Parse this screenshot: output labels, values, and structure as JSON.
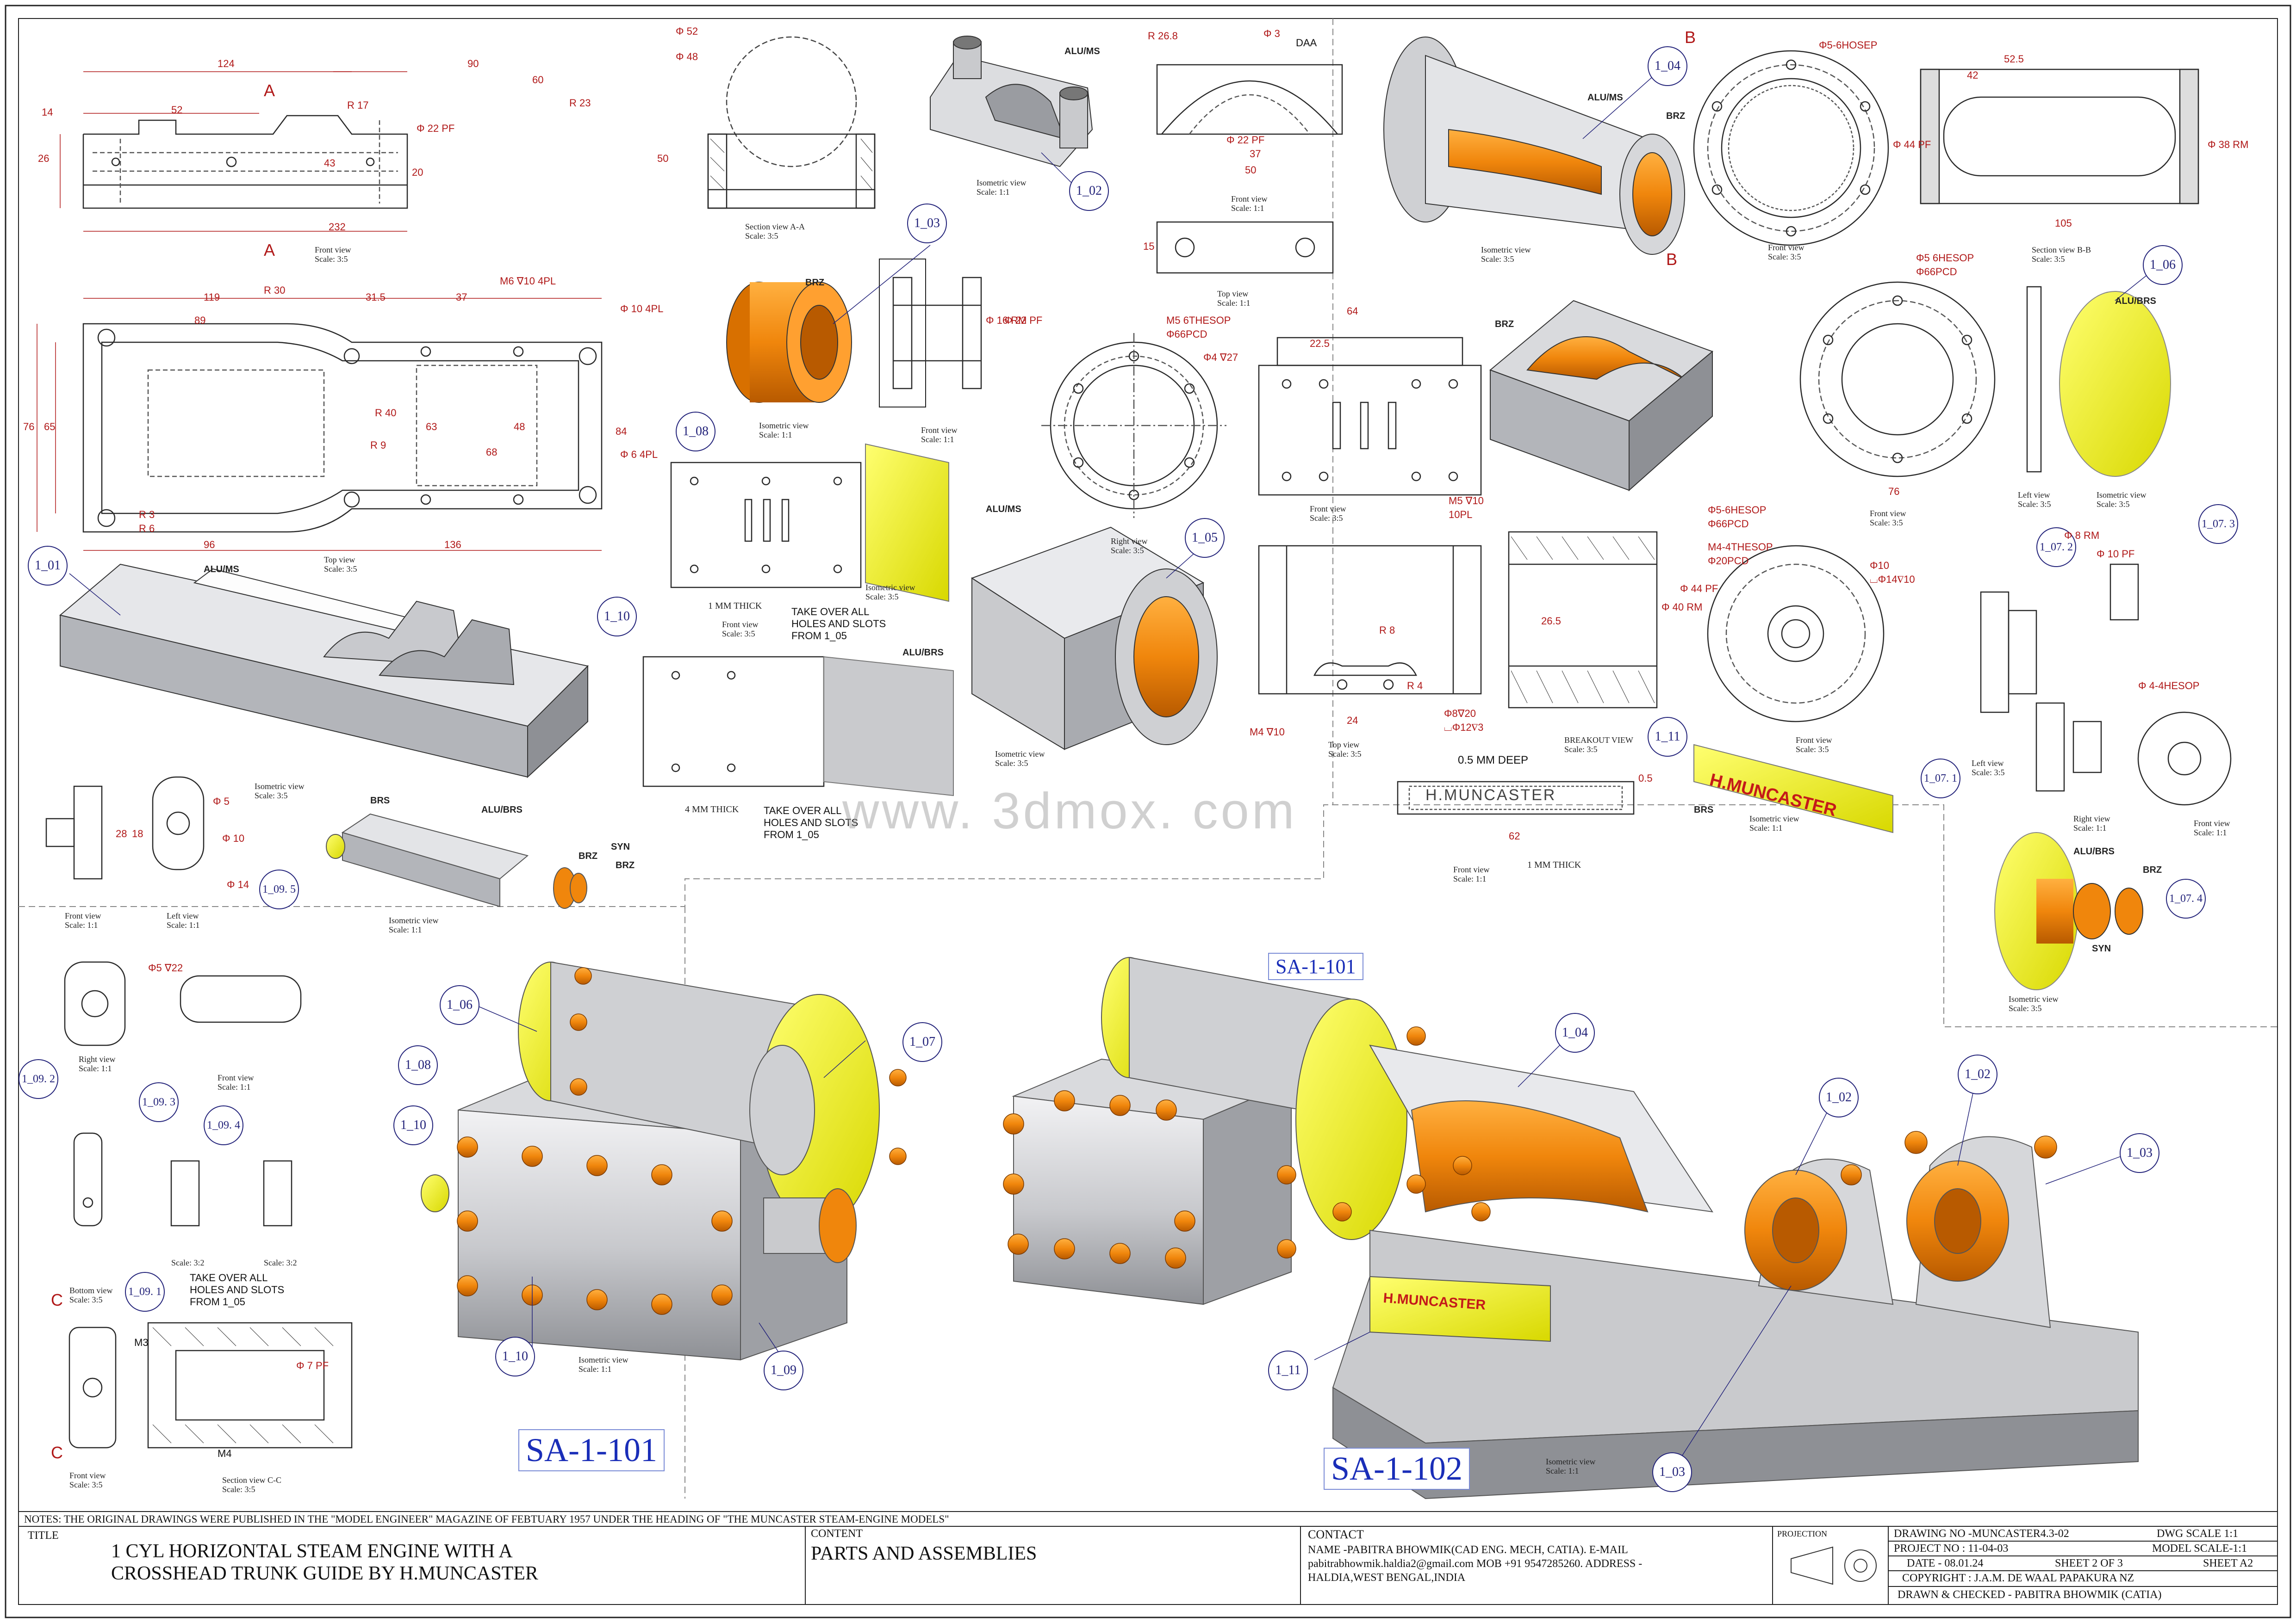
{
  "parts": {
    "p01": "1_01",
    "p02": "1_02",
    "p03": "1_03",
    "p04": "1_04",
    "p05": "1_05",
    "p06": "1_06",
    "p071": "1_07. 1",
    "p072": "1_07. 2",
    "p073": "1_07. 3",
    "p074": "1_07. 4",
    "p08": "1_08",
    "p091": "1_09. 1",
    "p092": "1_09. 2",
    "p093": "1_09. 3",
    "p094": "1_09. 4",
    "p095": "1_09. 5",
    "p10": "1_10",
    "p11": "1_11",
    "a06": "1_06",
    "a07": "1_07",
    "a08": "1_08",
    "a10": "1_10",
    "a110": "1_10",
    "a09": "1_09",
    "b04": "1_04",
    "b02": "1_02",
    "b02b": "1_02",
    "b03": "1_03",
    "b03b": "1_03",
    "b11": "1_11"
  },
  "materials": {
    "alums1": "ALU/MS",
    "alums2": "ALU/MS",
    "alums3": "ALU/MS",
    "alums4": "ALU/MS",
    "brz1": "BRZ",
    "brz2": "BRZ",
    "brz3": "BRZ",
    "brz4": "BRZ",
    "brz5": "BRZ",
    "brz6": "BRZ",
    "alubrs1": "ALU/BRS",
    "alubrs2": "ALU/BRS",
    "alubrs3": "ALU/BRS",
    "alubrs4": "ALU/BRS",
    "brs1": "BRS",
    "brs2": "BRS",
    "syn1": "SYN",
    "syn2": "SYN"
  },
  "captions": {
    "front_35": "Front view",
    "scale_35": "Scale: 3:5",
    "top_35": "Top view",
    "iso": "Isometric view",
    "scale_11": "Scale: 1:1",
    "sec_aa": "Section view A-A",
    "sec_bb": "Section view B-B",
    "sec_cc": "Section view C-C",
    "right": "Right view",
    "left": "Left view",
    "bottom": "Bottom view",
    "scale_32": "Scale: 3:2",
    "breakout": "BREAKOUT VIEW"
  },
  "notes": {
    "mm1": "1 MM THICK",
    "mm4": "4 MM THICK",
    "mm1b": "1 MM THICK",
    "deep": "0.5 MM DEEP",
    "takeover1": "TAKE OVER ALL HOLES AND SLOTS FROM",
    "takeover2": "TAKE OVER ALL HOLES AND SLOTS FROM",
    "takeover3": "TAKE OVER ALL HOLES AND SLOTS FROM",
    "ref05": "1_05",
    "ref05b": "1_05",
    "ref05c": "1_05",
    "nameplate": "H.MUNCASTER",
    "nameplate_iso": "H.MUNCASTER",
    "nameplate_asm": "H.MUNCASTER",
    "watermark": "www. 3dmox. com"
  },
  "dims": {
    "d124": "124",
    "d90": "90",
    "d52": "52",
    "d60": "60",
    "d232": "232",
    "d14": "14",
    "d26": "26",
    "dR17": "R 17",
    "dR23": "R 23",
    "d22pf": "Φ 22 PF",
    "d43": "43",
    "d20": "20",
    "m6": "M6 ∇10 4PL",
    "d10_4pl": "Φ 10 4PL",
    "d119": "119",
    "d89": "89",
    "dR30": "R 30",
    "d315": "31.5",
    "d37": "37",
    "d76": "76",
    "d65": "65",
    "d96": "96",
    "d136": "136",
    "dR40": "R 40",
    "dR9": "R 9",
    "d63": "63",
    "d48": "48",
    "d68": "68",
    "d84": "84",
    "d6_4pl": "Φ 6 4PL",
    "dR3": "R 3",
    "dR6": "R 6",
    "d52b": "Φ 52",
    "d48b": "Φ 48",
    "d50": "50",
    "dR268": "R 26.8",
    "d3": "Φ 3",
    "daa": "DAA",
    "d22pf2": "Φ 22 PF",
    "d37b": "37",
    "d50b": "50",
    "d15": "15",
    "d16rm": "Φ 16 RM",
    "d22pf3": "Φ 22 PF",
    "m5": "M5 6THESOP",
    "pcd66": "Φ66PCD",
    "d4": "Φ4 ∇27",
    "d64": "64",
    "d225": "22.5",
    "m510": "M5 ∇10",
    "pl10": "10PL",
    "d565": "Φ5-6HOSEP",
    "d525": "52.5",
    "d42": "42",
    "d105": "105",
    "d38rm": "Φ 38 RM",
    "d44pf": "Φ 44 PF",
    "d565b": "Φ5 6HESOP",
    "pcd66b": "Φ66PCD",
    "d76b": "76",
    "d565c": "Φ5-6HESOP",
    "pcd66c": "Φ66PCD",
    "m44": "M4-4THESOP",
    "pcd20": "Φ20PCD",
    "d10b": "Φ10",
    "d14b": "⌴Φ14∇10",
    "d40rm": "Φ 40 RM",
    "d44pf2": "Φ 44 PF",
    "dR8": "R 8",
    "dR4": "R 4",
    "d8_20": "Φ8∇20",
    "d12_3": "⌴Φ12∇3",
    "m4": "M4 ∇10",
    "d24": "24",
    "d265": "26.5",
    "d8rm": "Φ 8 RM",
    "d10pf": "Φ 10 PF",
    "d44hesop": "Φ 4-4HESOP",
    "d5_22": "Φ5 ∇22",
    "d5": "Φ 5",
    "d10c": "Φ 10",
    "d14c": "Φ 14",
    "d28": "28",
    "d18": "18",
    "d62": "62",
    "d05": "0.5",
    "m3": "M3",
    "m4b": "M4",
    "d7pf": "Φ 7 PF"
  },
  "sheet_labels": {
    "secA1": "A",
    "secA2": "A",
    "secB1": "B",
    "secB2": "B",
    "secC1": "C",
    "secC2": "C"
  },
  "assemblies": {
    "sa101_top": "SA-1-101",
    "sa101": "SA-1-101",
    "sa102": "SA-1-102"
  },
  "title_block": {
    "notes": "NOTES: THE ORIGINAL DRAWINGS WERE PUBLISHED IN THE \"MODEL ENGINEER\" MAGAZINE OF FEBTUARY 1957 UNDER THE HEADING OF \"THE MUNCASTER STEAM-ENGINE MODELS\"",
    "title_label": "TITLE",
    "title_line1": "1 CYL HORIZONTAL STEAM ENGINE WITH A",
    "title_line2": "CROSSHEAD TRUNK GUIDE BY H.MUNCASTER",
    "content_label": "CONTENT",
    "content": "PARTS AND ASSEMBLIES",
    "contact_label": "CONTACT",
    "contact_line1": "NAME -PABITRA BHOWMIK(CAD ENG. MECH, CATIA).   E-MAIL",
    "contact_line2": "pabitrabhowmik.haldia2@gmail.com      MOB  +91 9547285260.   ADDRESS -",
    "contact_line3": "HALDIA,WEST BENGAL,INDIA",
    "projection_label": "PROJECTION",
    "drawing_no": "DRAWING NO -MUNCASTER4.3-02",
    "dwg_scale": "DWG SCALE  1:1",
    "project_no": "PROJECT NO : 11-04-03",
    "model_scale": "MODEL SCALE-1:1",
    "date": "DATE - 08.01.24",
    "sheet": "SHEET 2 OF 3",
    "size": "SHEET A2",
    "copyright": "COPYRIGHT  : J.A.M. DE WAAL PAPAKURA NZ",
    "drawn": "DRAWN & CHECKED - PABITRA BHOWMIK  (CATIA)"
  },
  "colors": {
    "orange": "#f0860c",
    "orange_dark": "#b85a00",
    "yellow": "#f2f21a",
    "grey": "#cfd0d3",
    "grey_dark": "#8e9095",
    "line": "#2a2a2a",
    "dim": "#b01818",
    "bubble": "#23237a",
    "sa_text": "#1a2eb8"
  }
}
